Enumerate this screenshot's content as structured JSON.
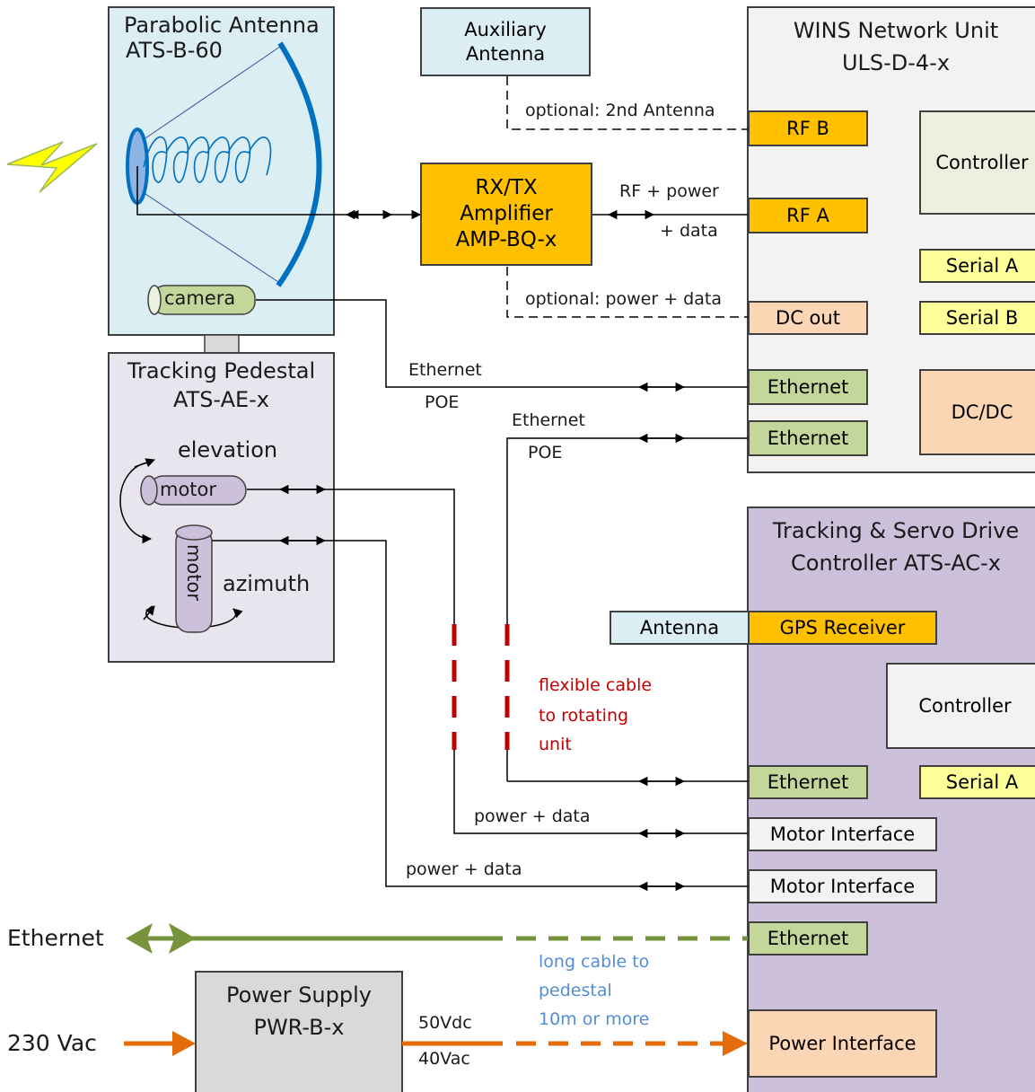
{
  "antenna": {
    "title": "Parabolic Antenna",
    "model": "ATS-B-60",
    "camera": "camera"
  },
  "aux_antenna": {
    "line1": "Auxiliary",
    "line2": "Antenna"
  },
  "amplifier": {
    "line1": "RX/TX",
    "line2": "Amplifier",
    "line3": "AMP-BQ-x"
  },
  "wins": {
    "title": "WINS Network Unit",
    "model": "ULS-D-4-x",
    "rf_b": "RF  B",
    "rf_a": "RF  A",
    "controller": "Controller",
    "serial_a": "Serial   A",
    "serial_b": "Serial   B",
    "dc_out": "DC out",
    "dcdc": "DC/DC",
    "ethernet_1": "Ethernet",
    "ethernet_2": "Ethernet"
  },
  "pedestal": {
    "title": "Tracking Pedestal",
    "model": "ATS-AE-x",
    "elevation": "elevation",
    "azimuth": "azimuth",
    "motor_1": "motor",
    "motor_2": "motor"
  },
  "tracking": {
    "title": "Tracking & Servo Drive",
    "subtitle": "Controller     ATS-AC-x",
    "gps_antenna": "Antenna",
    "gps_receiver": "GPS Receiver",
    "controller": "Controller",
    "ethernet_1": "Ethernet",
    "serial_a": "Serial   A",
    "motor_if_1": "Motor Interface",
    "motor_if_2": "Motor Interface",
    "ethernet_2": "Ethernet",
    "power_if": "Power Interface"
  },
  "power_supply": {
    "title": "Power Supply",
    "model": "PWR-B-x"
  },
  "labels": {
    "opt_antenna": "optional:  2nd Antenna",
    "rf_power": "RF + power",
    "plus_data": "+ data",
    "opt_power": "optional:  power + data",
    "eth1": "Ethernet",
    "poe1": "POE",
    "eth2": "Ethernet",
    "poe2": "POE",
    "flex1": "flexible cable",
    "flex2": "to rotating",
    "flex3": "unit",
    "pd1": "power + data",
    "pd2": "power + data",
    "ethernet_ext": "Ethernet",
    "long1": "long cable to",
    "long2": "pedestal",
    "long3": "10m or more",
    "v230": "230 Vac",
    "v50": "50Vdc",
    "v40": "40Vac"
  },
  "colors": {
    "orange_port": "#ffc000",
    "blue_box": "#daeef3",
    "green_port": "#c4d79b",
    "yellow_port": "#ffff99",
    "peach_port": "#fcd5b4",
    "gray_box": "#f2f2f2",
    "lavender": "#ccc0da",
    "pedestal_bg": "#e9e5ef",
    "motor_fill": "#ccc0da",
    "green_line": "#77933c",
    "orange_line": "#e46c0a",
    "red_dash": "#c00000",
    "blue_text": "#558ed5",
    "dish_blue": "#0070c0"
  }
}
